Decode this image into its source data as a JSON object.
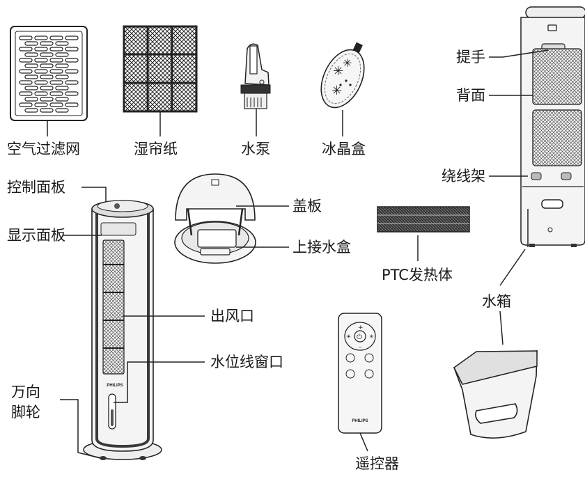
{
  "labels": {
    "air_filter": "空气过滤网",
    "wet_curtain": "湿帘纸",
    "water_pump": "水泵",
    "ice_box": "冰晶盒",
    "handle": "提手",
    "back": "背面",
    "cord_holder": "绕线架",
    "control_panel": "控制面板",
    "display_panel": "显示面板",
    "cover": "盖板",
    "upper_water_box": "上接水盒",
    "ptc_heater": "PTC发热体",
    "water_tank": "水箱",
    "air_outlet": "出风口",
    "water_level_window": "水位线窗口",
    "caster_line1": "万向",
    "caster_line2": "脚轮",
    "remote": "遥控器"
  },
  "brand": "PHILIPS",
  "colors": {
    "line": "#1a1a1a",
    "body_light": "#f4f4f4",
    "body_mid": "#d9d9d9",
    "body_dark": "#3a3a3a"
  }
}
